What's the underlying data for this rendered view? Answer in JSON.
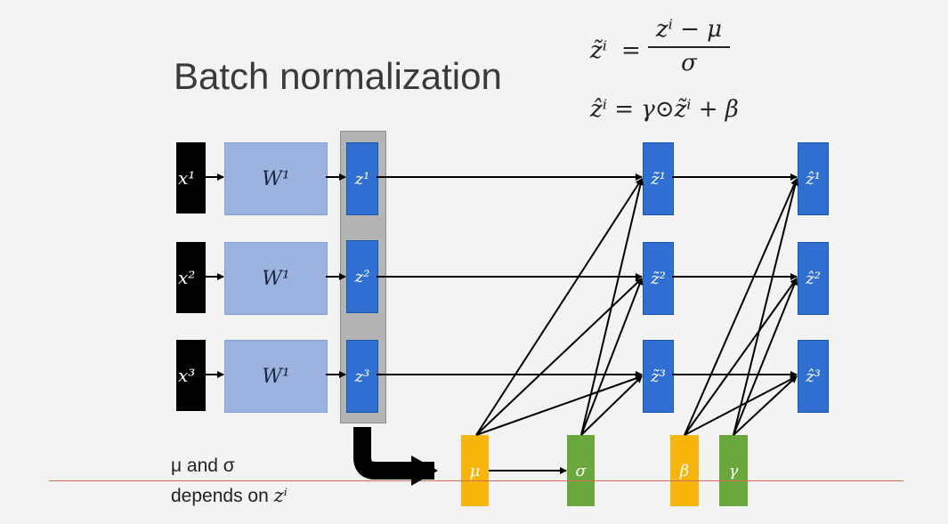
{
  "title": "Batch normalization",
  "equations": {
    "tilde_lhs": "z̃ⁱ",
    "equals": "=",
    "tilde_numerator": "zⁱ − μ",
    "tilde_denominator": "σ",
    "hat": "ẑⁱ = γ⊙z̃ⁱ + β"
  },
  "rows": [
    {
      "x": "x¹",
      "w": "W¹",
      "z": "z¹",
      "z_tilde": "z̃¹",
      "z_hat": "ẑ¹"
    },
    {
      "x": "x²",
      "w": "W¹",
      "z": "z²",
      "z_tilde": "z̃²",
      "z_hat": "ẑ²"
    },
    {
      "x": "x³",
      "w": "W¹",
      "z": "z³",
      "z_tilde": "z̃³",
      "z_hat": "ẑ³"
    }
  ],
  "params": {
    "mu": "μ",
    "sigma": "σ",
    "beta": "β",
    "gamma": "γ"
  },
  "note": {
    "line1": "μ and σ",
    "line2_prefix": "depends on ",
    "line2_var": "zⁱ"
  },
  "colors": {
    "input": "#000000",
    "weight": "#9cb3df",
    "z_box": "#2f6fd1",
    "mu": "#f7b50b",
    "sigma": "#6aa83e",
    "beta": "#f7b50b",
    "gamma": "#6aa83e",
    "batch_highlight": "#b4b4b4",
    "baseline": "#d07050"
  }
}
